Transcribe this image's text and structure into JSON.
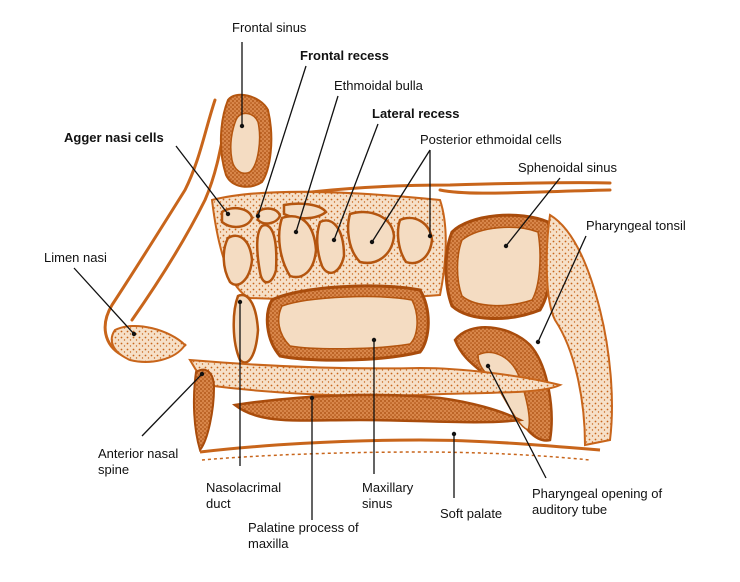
{
  "colors": {
    "tissue": "#c8651b",
    "tissue_light": "#e9b27e",
    "tissue_fill": "#f4dcc2",
    "outline": "#b4550f",
    "leader": "#111111",
    "label": "#111111"
  },
  "labels": {
    "frontal_sinus": "Frontal sinus",
    "frontal_recess": "Frontal recess",
    "ethmoidal_bulla": "Ethmoidal bulla",
    "lateral_recess": "Lateral recess",
    "agger_nasi_cells": "Agger nasi cells",
    "posterior_ethmoidal_cells": "Posterior ethmoidal cells",
    "sphenoidal_sinus": "Sphenoidal sinus",
    "pharyngeal_tonsil": "Pharyngeal tonsil",
    "limen_nasi": "Limen nasi",
    "anterior_nasal_spine": "Anterior nasal spine",
    "nasolacrimal_duct": "Nasolacrimal duct",
    "maxillary_sinus": "Maxillary sinus",
    "soft_palate": "Soft palate",
    "pharyngeal_opening": "Pharyngeal opening of auditory tube",
    "palatine_process": "Palatine process of maxilla"
  }
}
